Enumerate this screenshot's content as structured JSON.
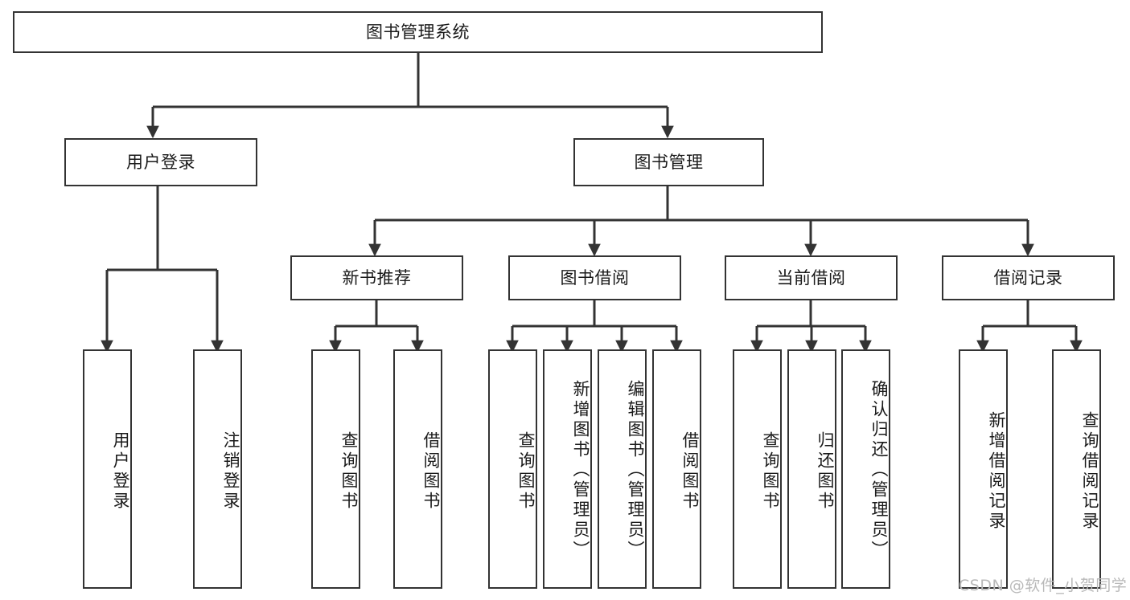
{
  "diagram": {
    "title": "图书管理系统",
    "type": "tree",
    "root": {
      "label": "图书管理系统",
      "id": "root"
    },
    "level1": [
      {
        "id": "user-login",
        "label": "用户登录"
      },
      {
        "id": "book-manage",
        "label": "图书管理"
      }
    ],
    "level2": [
      {
        "id": "new-book-recommend",
        "label": "新书推荐",
        "parent": "book-manage"
      },
      {
        "id": "book-borrow",
        "label": "图书借阅",
        "parent": "book-manage"
      },
      {
        "id": "current-borrow",
        "label": "当前借阅",
        "parent": "book-manage"
      },
      {
        "id": "borrow-record",
        "label": "借阅记录",
        "parent": "book-manage"
      }
    ],
    "leaves": [
      {
        "id": "leaf-user-login",
        "label": "用户登录",
        "parent": "user-login"
      },
      {
        "id": "leaf-user-logout",
        "label": "注销登录",
        "parent": "user-login"
      },
      {
        "id": "leaf-query-book-1",
        "label": "查询图书",
        "parent": "new-book-recommend"
      },
      {
        "id": "leaf-borrow-book-1",
        "label": "借阅图书",
        "parent": "new-book-recommend"
      },
      {
        "id": "leaf-query-book-2",
        "label": "查询图书",
        "parent": "book-borrow"
      },
      {
        "id": "leaf-add-book",
        "label": "新增图书（管理员）",
        "parent": "book-borrow"
      },
      {
        "id": "leaf-edit-book",
        "label": "编辑图书（管理员）",
        "parent": "book-borrow"
      },
      {
        "id": "leaf-borrow-book-2",
        "label": "借阅图书",
        "parent": "book-borrow"
      },
      {
        "id": "leaf-query-book-3",
        "label": "查询图书",
        "parent": "current-borrow"
      },
      {
        "id": "leaf-return-book",
        "label": "归还图书",
        "parent": "current-borrow"
      },
      {
        "id": "leaf-confirm-return",
        "label": "确认归还（管理员）",
        "parent": "current-borrow"
      },
      {
        "id": "leaf-add-record",
        "label": "新增借阅记录",
        "parent": "borrow-record"
      },
      {
        "id": "leaf-query-record",
        "label": "查询借阅记录",
        "parent": "borrow-record"
      }
    ]
  },
  "watermark": {
    "text": "CSDN @软件_小贺同学"
  },
  "colors": {
    "stroke": "#333333",
    "box_fill": "#ffffff",
    "text": "#1a1a1a",
    "watermark": "#b9b9b9",
    "background": "#ffffff"
  }
}
